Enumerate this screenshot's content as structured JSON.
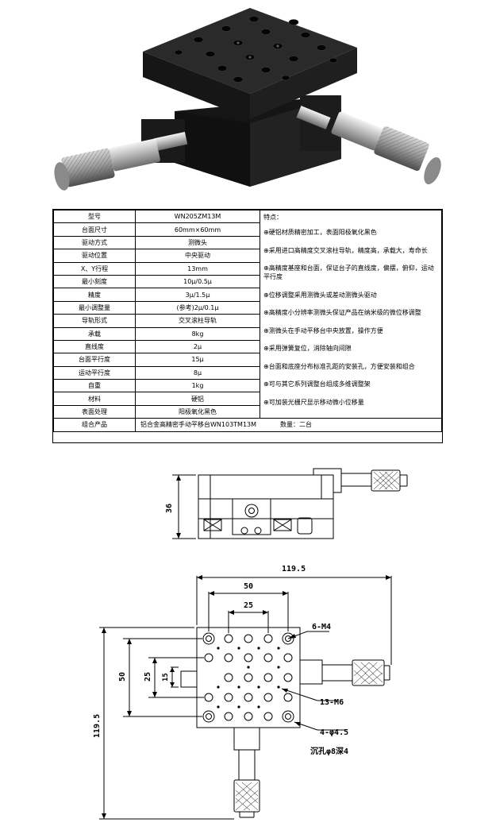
{
  "spec_table": {
    "rows": [
      {
        "label": "型号",
        "value": "WN205ZM13M"
      },
      {
        "label": "台面尺寸",
        "value": "60mm×60mm"
      },
      {
        "label": "驱动方式",
        "value": "测微头"
      },
      {
        "label": "驱动位置",
        "value": "中央驱动"
      },
      {
        "label": "X、Y行程",
        "value": "13mm"
      },
      {
        "label": "最小刻度",
        "value": "10μ/0.5μ"
      },
      {
        "label": "精度",
        "value": "3μ/1.5μ"
      },
      {
        "label": "最小调整量",
        "value": "(参考)2μ/0.1μ"
      },
      {
        "label": "导轨形式",
        "value": "交叉滚柱导轨"
      },
      {
        "label": "承载",
        "value": "8kg"
      },
      {
        "label": "直线度",
        "value": "2μ"
      },
      {
        "label": "台面平行度",
        "value": "15μ"
      },
      {
        "label": "运动平行度",
        "value": "8μ"
      },
      {
        "label": "自重",
        "value": "1kg"
      },
      {
        "label": "材料",
        "value": "硬铝"
      },
      {
        "label": "表面处理",
        "value": "阳极氧化黑色"
      }
    ],
    "features_title": "特点：",
    "features": [
      "⊕硬铝材质精密加工，表面阳极氧化黑色",
      "⊕采用进口高精度交叉滚柱导轨，精度高，承载大，寿命长",
      "⊕高精度基座和台面，保证台子的直线度，偏摆，俯仰，运动平行度",
      "⊕位移调整采用测微头或差动测微头驱动",
      "⊕高精度小分辨率测微头保证产品在纳米级的微位移调整",
      "⊕测微头在手动平移台中央放置，操作方便",
      "⊕采用弹簧复位，消除轴向间隙",
      "⊕台面和底座分布标准孔距的安装孔，方便安装和组合",
      "⊕可与其它系列调整台组成多维调整架",
      "⊕可加装光栅尺显示移动微小位移量"
    ],
    "combo_label": "组合产品",
    "combo_value": "铝合金高精密手动平移台WN103TM13M",
    "combo_qty": "数量：二台"
  },
  "side_view": {
    "dim_height": "36"
  },
  "top_view": {
    "dim_total_width": "119.5",
    "dim_50_top": "50",
    "dim_25_top": "25",
    "dim_50_left": "50",
    "dim_25_left": "25",
    "dim_15_left": "15",
    "dim_total_height": "119.5",
    "callout_m4": "6-M4",
    "callout_m6": "13-M6",
    "callout_hole": "4-φ4.5",
    "callout_counterbore": "沉孔φ8深4"
  }
}
